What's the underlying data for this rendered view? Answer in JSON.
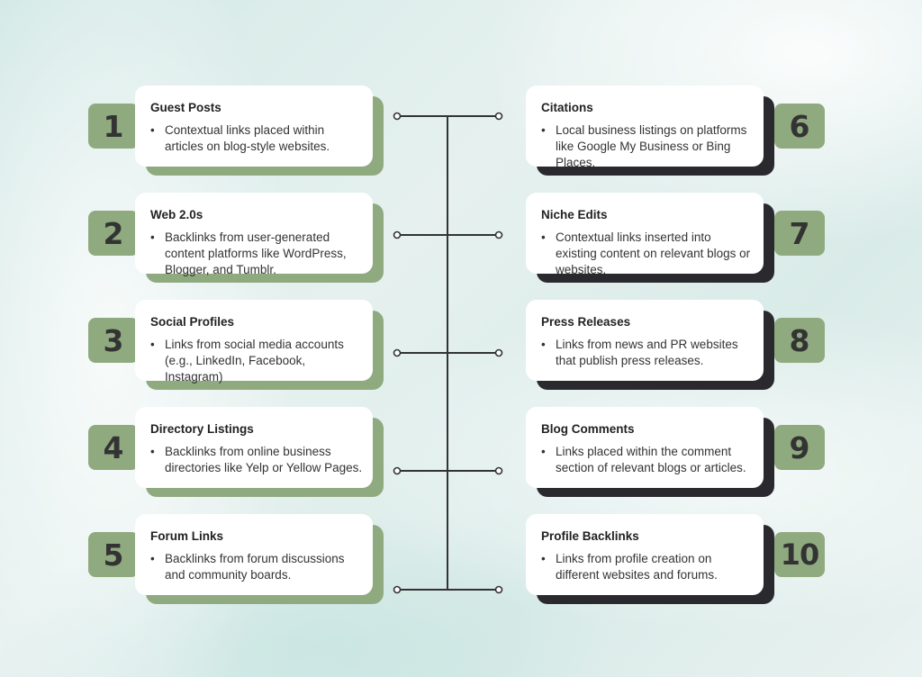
{
  "colors": {
    "accent_green": "#90aa80",
    "shadow_dark": "#2a2a2e",
    "connector": "#333333",
    "card_bg": "#ffffff"
  },
  "items": [
    {
      "number": "1",
      "title": "Guest Posts",
      "text": "Contextual links placed within articles on blog-style websites."
    },
    {
      "number": "2",
      "title": "Web 2.0s",
      "text": "Backlinks from user-generated content platforms like WordPress, Blogger, and Tumblr."
    },
    {
      "number": "3",
      "title": "Social Profiles",
      "text": "Links from social media accounts (e.g., LinkedIn, Facebook, Instagram)"
    },
    {
      "number": "4",
      "title": "Directory Listings",
      "text": "Backlinks from online business directories like Yelp or Yellow Pages."
    },
    {
      "number": "5",
      "title": "Forum Links",
      "text": "Backlinks from forum discussions and community boards."
    },
    {
      "number": "6",
      "title": "Citations",
      "text": "Local business listings on platforms like Google My Business or Bing Places."
    },
    {
      "number": "7",
      "title": "Niche Edits",
      "text": "Contextual links inserted into existing content on relevant blogs or websites."
    },
    {
      "number": "8",
      "title": "Press Releases",
      "text": "Links from news and PR websites that publish press releases."
    },
    {
      "number": "9",
      "title": "Blog Comments",
      "text": "Links placed within the comment section of relevant blogs or articles."
    },
    {
      "number": "10",
      "title": "Profile Backlinks",
      "text": "Links from profile creation on different websites and forums."
    }
  ]
}
